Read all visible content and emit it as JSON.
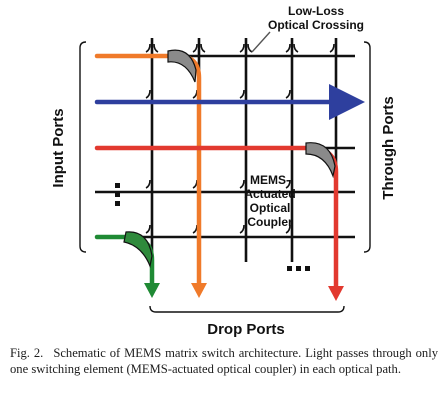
{
  "diagram": {
    "labels": {
      "crossing_line1": "Low-Loss",
      "crossing_line2": "Optical Crossing",
      "input_ports": "Input Ports",
      "through_ports": "Through Ports",
      "drop_ports": "Drop Ports",
      "coupler_line1": "MEMS-",
      "coupler_line2": "Actuated",
      "coupler_line3": "Optical",
      "coupler_line4": "Coupler",
      "vertical_ellipsis": "•••",
      "horizontal_ellipsis": "•••"
    },
    "colors": {
      "waveguide": "#111111",
      "orange_path": "#f07a2a",
      "blue_path": "#2e3f9e",
      "red_path": "#e2392f",
      "green_path": "#1f8a34",
      "coupler_fill": "#8a8a8a"
    }
  },
  "caption": {
    "number": "Fig. 2.",
    "text": "Schematic of MEMS matrix switch architecture. Light passes through only one switching element (MEMS-actuated optical coupler) in each optical path."
  }
}
